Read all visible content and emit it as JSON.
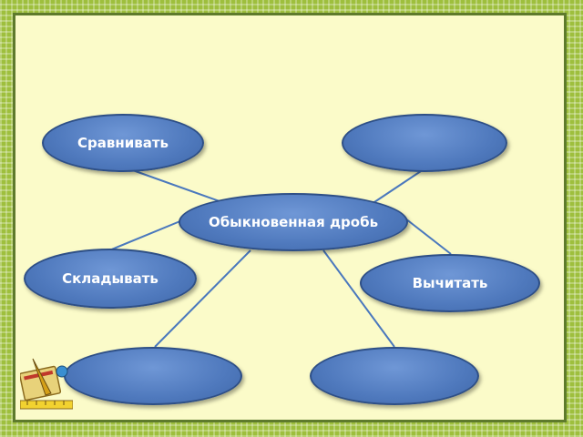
{
  "diagram": {
    "center": {
      "label": "Обыкновенная дробь"
    },
    "nodes": {
      "compare": {
        "label": "Сравнивать"
      },
      "top_right": {
        "label": ""
      },
      "add": {
        "label": "Складывать"
      },
      "subtract": {
        "label": "Вычитать"
      },
      "bottom_left": {
        "label": ""
      },
      "bottom_right": {
        "label": ""
      }
    }
  },
  "colors": {
    "node_fill": "#4f79bd",
    "connector": "#4a78bd",
    "slide_bg": "#fbfbc9",
    "frame": "#9ebf3d"
  }
}
